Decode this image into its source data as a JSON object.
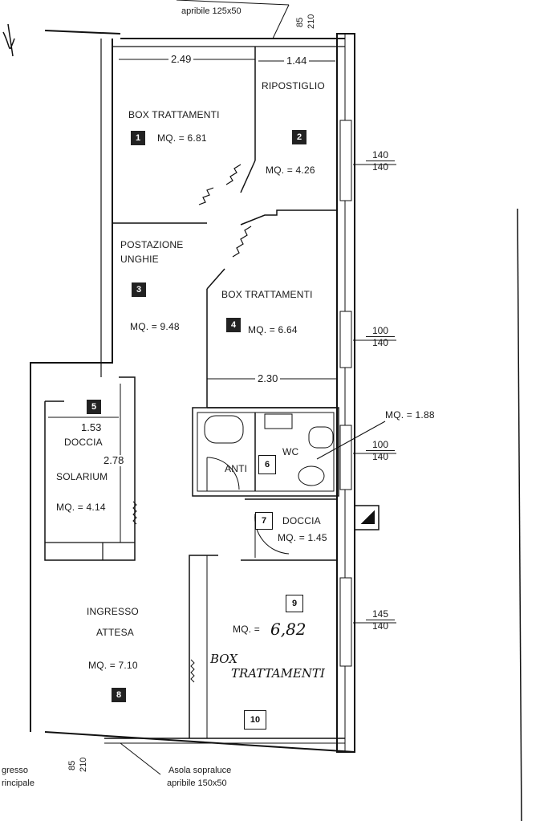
{
  "openings": {
    "top_window_label": "apribile 125x50",
    "top_window_heights": [
      "85",
      "210"
    ],
    "bottom_window_label_1": "Asola sopraluce",
    "bottom_window_label_2": "apribile 150x50",
    "bottom_window_heights": [
      "85",
      "210"
    ]
  },
  "entrance": {
    "line1": "gresso",
    "line2": "rincipale"
  },
  "dimensions": {
    "room1_width": "2.49",
    "room2_width": "1.44",
    "room4_width": "2.30",
    "room5_width": "1.53",
    "room5_height": "2.78"
  },
  "window_fractions": [
    {
      "top": "140",
      "bottom": "140"
    },
    {
      "top": "100",
      "bottom": "140"
    },
    {
      "top": "100",
      "bottom": "140"
    },
    {
      "top": "145",
      "bottom": "140"
    }
  ],
  "rooms": [
    {
      "number": "1",
      "name": "BOX TRATTAMENTI",
      "area": "MQ. = 6.81"
    },
    {
      "number": "2",
      "name": "RIPOSTIGLIO",
      "area": "MQ. = 4.26"
    },
    {
      "number": "3",
      "name_line1": "POSTAZIONE",
      "name_line2": "UNGHIE",
      "area": "MQ. = 9.48"
    },
    {
      "number": "4",
      "name": "BOX TRATTAMENTI",
      "area": "MQ. = 6.64"
    },
    {
      "number": "5",
      "name": "DOCCIA",
      "name2": "SOLARIUM",
      "area": "MQ. = 4.14"
    },
    {
      "number": "6",
      "name": "ANTI",
      "name2": "WC",
      "area": "MQ. = 1.88"
    },
    {
      "number": "7",
      "name": "DOCCIA",
      "area": "MQ. = 1.45"
    },
    {
      "number": "8",
      "name_line1": "INGRESSO",
      "name_line2": "ATTESA",
      "area": "MQ. = 7.10"
    },
    {
      "number": "9",
      "area_prefix": "MQ. =",
      "area_hand": "6,82",
      "hand_line1": "BOX",
      "hand_line2": "TRATTAMENTI"
    },
    {
      "number": "10"
    }
  ]
}
